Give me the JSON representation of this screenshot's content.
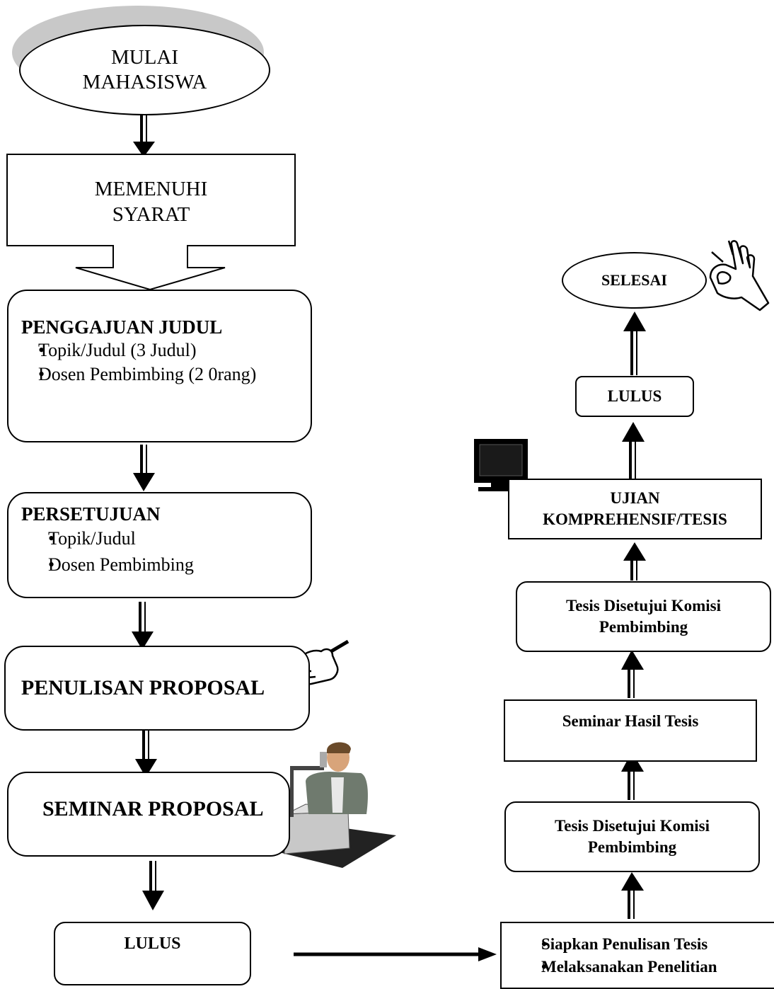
{
  "left": {
    "start_line1": "MULAI",
    "start_line2": "MAHASISWA",
    "syarat_line1": "MEMENUHI",
    "syarat_line2": "SYARAT",
    "pengajuan": {
      "title": "PENGGAJUAN JUDUL",
      "items": [
        "Topik/Judul (3 Judul)",
        "Dosen Pembimbing (2 0rang)"
      ]
    },
    "persetujuan": {
      "title": "PERSETUJUAN",
      "items": [
        "Topik/Judul",
        "Dosen Pembimbing"
      ]
    },
    "penulisan": "PENULISAN PROPOSAL",
    "seminar": "SEMINAR PROPOSAL",
    "lulus": "LULUS"
  },
  "right": {
    "siapkan_items": [
      "Siapkan Penulisan Tesis",
      "Melaksanakan Penelitian"
    ],
    "tesis_disetujui_1_line1": "Tesis Disetujui Komisi",
    "tesis_disetujui_1_line2": "Pembimbing",
    "seminar_hasil": "Seminar Hasil Tesis",
    "tesis_disetujui_2_line1": "Tesis Disetujui Komisi",
    "tesis_disetujui_2_line2": "Pembimbing",
    "ujian_line1": "UJIAN",
    "ujian_line2": "KOMPREHENSIF/TESIS",
    "lulus": "LULUS",
    "selesai": "SELESAI"
  },
  "icons": [
    "thumbs-up-icon",
    "writing-hand-icon",
    "presenter-clipart-icon",
    "computer-monitor-icon",
    "ok-hand-icon"
  ]
}
